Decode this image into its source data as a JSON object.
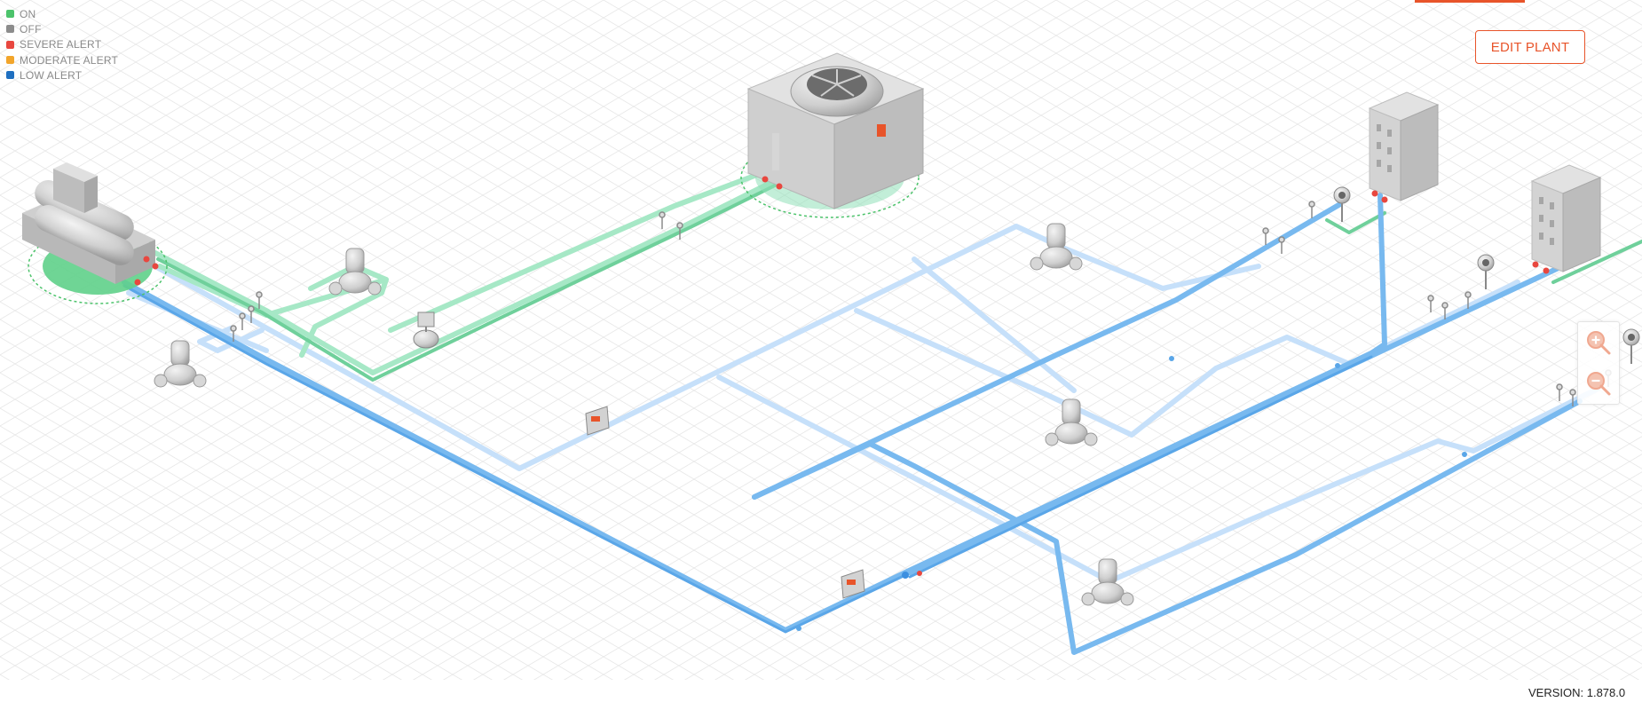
{
  "legend": [
    {
      "label": "ON",
      "color": "#4cc36b"
    },
    {
      "label": "OFF",
      "color": "#8c8c8c"
    },
    {
      "label": "SEVERE ALERT",
      "color": "#e8473f"
    },
    {
      "label": "MODERATE ALERT",
      "color": "#f2a52b"
    },
    {
      "label": "LOW ALERT",
      "color": "#1f6fc0"
    }
  ],
  "toolbar": {
    "edit_label": "EDIT PLANT"
  },
  "zoom": {
    "in_icon": "zoom-in-icon",
    "out_icon": "zoom-out-icon"
  },
  "footer": {
    "version": "VERSION: 1.878.0"
  },
  "colors": {
    "accent": "#e8542a",
    "pipe_on": "#8fe0b8",
    "pipe_on_dark": "#63c98f",
    "pipe_low": "#7cbcf0",
    "pipe_low_light": "#c6e0fa",
    "grid": "#e6e6e6"
  },
  "equipment": [
    {
      "name": "chiller",
      "icon": "chiller-icon"
    },
    {
      "name": "cooling-tower",
      "icon": "cooling-tower-icon"
    },
    {
      "name": "building-1",
      "icon": "building-icon"
    },
    {
      "name": "building-2",
      "icon": "building-icon"
    },
    {
      "name": "pump-1",
      "icon": "pump-icon"
    },
    {
      "name": "pump-2",
      "icon": "pump-icon"
    },
    {
      "name": "pump-3",
      "icon": "pump-icon"
    },
    {
      "name": "pump-4",
      "icon": "pump-icon"
    },
    {
      "name": "pump-5",
      "icon": "pump-icon"
    },
    {
      "name": "controller-1",
      "icon": "controller-icon"
    },
    {
      "name": "controller-2",
      "icon": "controller-icon"
    },
    {
      "name": "flow-meter",
      "icon": "flow-meter-icon"
    }
  ]
}
